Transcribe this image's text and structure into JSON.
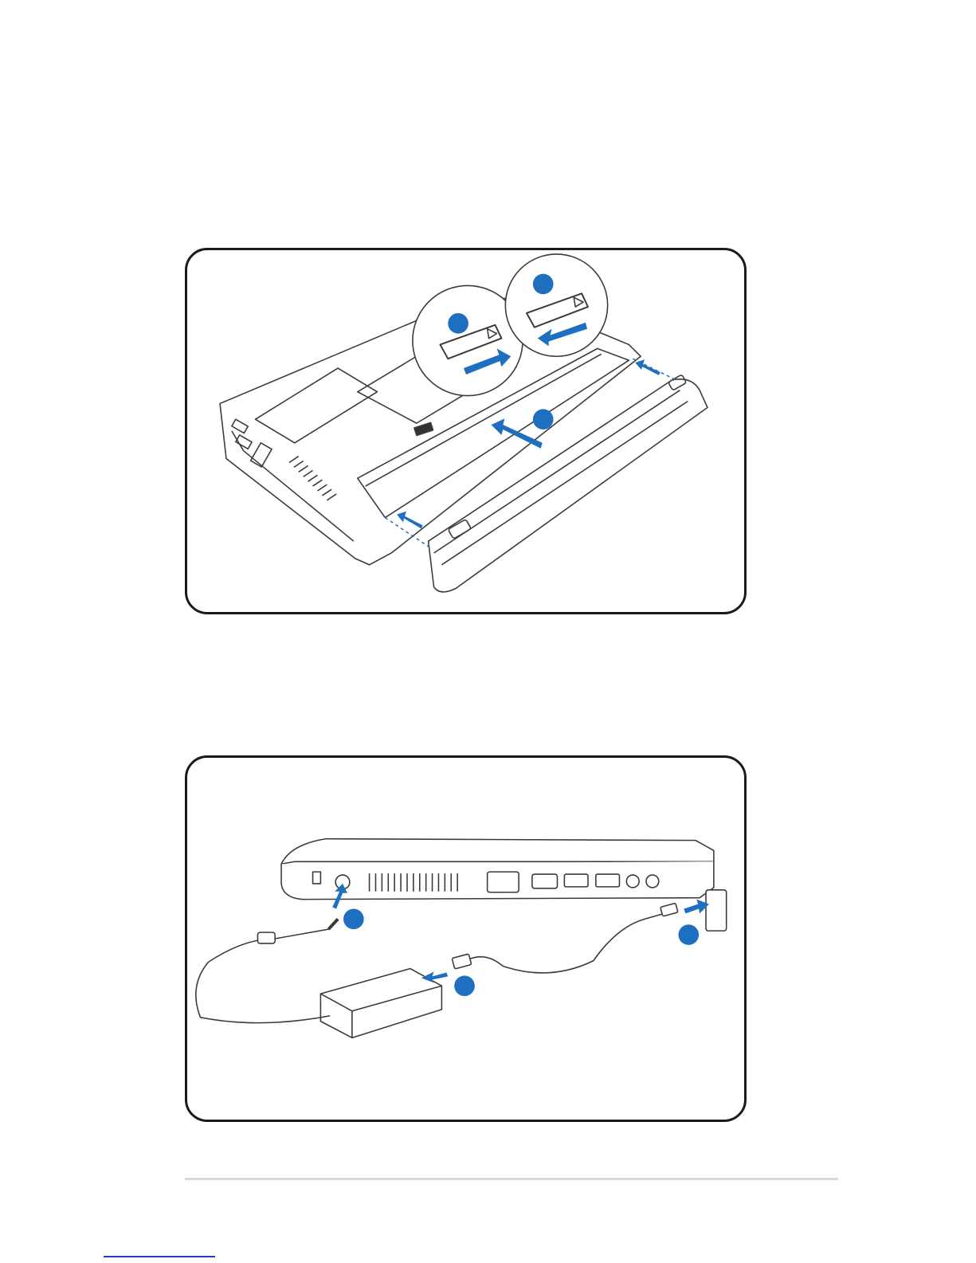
{
  "illustrations": [
    {
      "id": "battery-install",
      "callouts": 3
    },
    {
      "id": "power-connect",
      "callouts": 3
    }
  ],
  "colors": {
    "callout": "#1f6fc0",
    "arrow": "#1f6fc0",
    "outline": "#1a1a1a",
    "footer_rule": "#d9d9d9",
    "link_line": "#1a3fbf"
  }
}
